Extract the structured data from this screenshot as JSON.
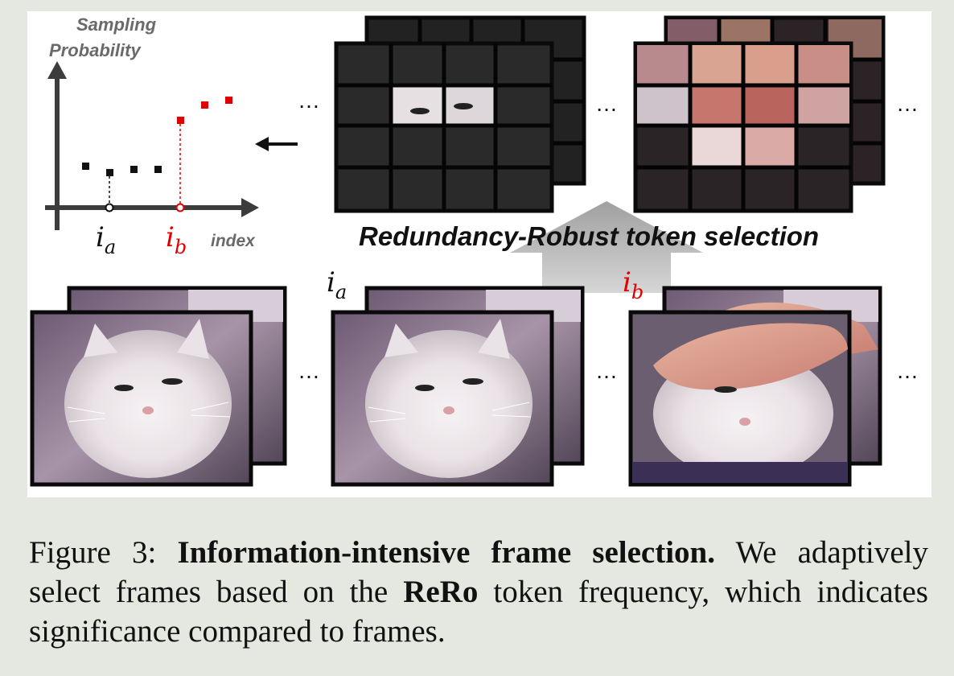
{
  "plot": {
    "ylabel_line1": "Sampling",
    "ylabel_line2": "Probability",
    "xlabel": "index",
    "ia_base": "i",
    "ia_sub": "a",
    "ib_base": "i",
    "ib_sub": "b"
  },
  "token_selection_label": "Redundancy-Robust token selection",
  "frame_labels": {
    "ia_base": "i",
    "ia_sub": "a",
    "ib_base": "i",
    "ib_sub": "b"
  },
  "ellipsis": "…",
  "caption": {
    "fig_label": "Figure 3:",
    "bold_title": "Information-intensive frame selection.",
    "text_1": "We adaptively select frames based on the",
    "bold_rero": "ReRo",
    "text_2": "token frequency, which indicates significance compared to frames."
  },
  "colors": {
    "accent_red": "#e00000",
    "frame_border": "#0a0a0a",
    "arrow_gray": "#a9a9a9",
    "axis": "#3c3c3c"
  }
}
